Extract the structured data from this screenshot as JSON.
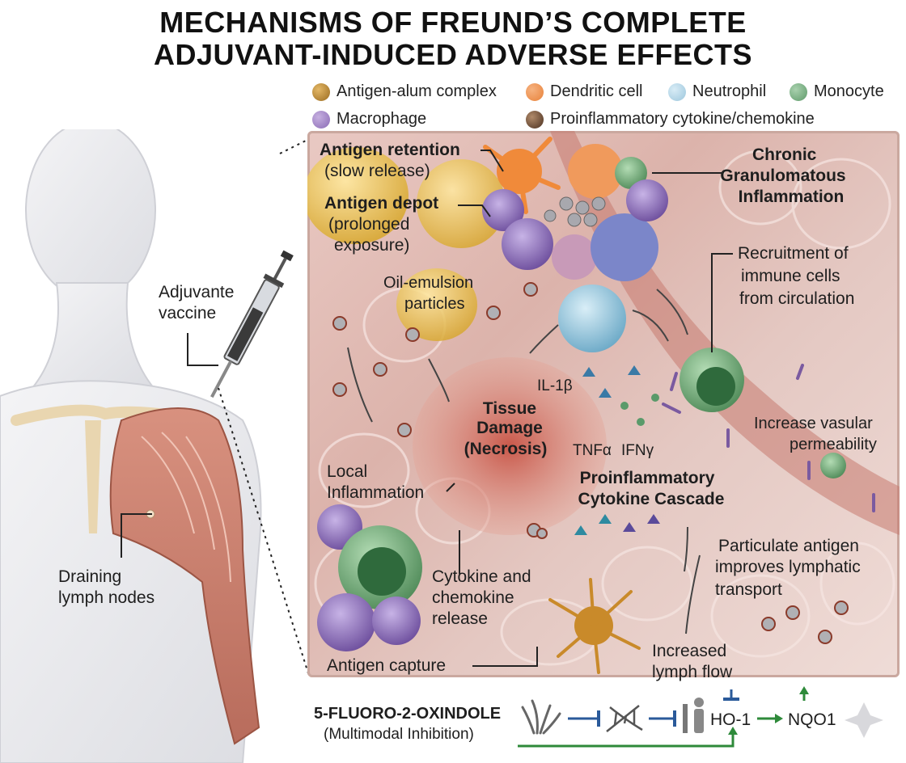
{
  "title": {
    "line1": "MECHANISMS OF FREUND’S COMPLETE",
    "line2": "ADJUVANT-INDUCED ADVERSE EFFECTS"
  },
  "legend": [
    {
      "label": "Antigen-alum complex",
      "color": "#9a6b1f"
    },
    {
      "label": "Dendritic cell",
      "color": "#e8823a"
    },
    {
      "label": "Neutrophil",
      "color": "#9cc6dc"
    },
    {
      "label": "Monocyte",
      "color": "#5e9a6a"
    },
    {
      "label": "Macrophage",
      "color": "#8a6ab5"
    },
    {
      "label": "Proinflammatory cytokine/chemokine",
      "color": "#6a4a36"
    }
  ],
  "body_labels": {
    "vaccine": [
      "Adjuvante",
      "vaccine"
    ],
    "lymph": [
      "Draining",
      "lymph nodes"
    ]
  },
  "panel_labels": {
    "retention_bold": "Antigen retention",
    "retention_sub": "(slow release)",
    "depot_bold": "Antigen depot",
    "depot_sub1": "(prolonged",
    "depot_sub2": "exposure)",
    "oil1": "Oil-emulsion",
    "oil2": "particles",
    "chronic1": "Chronic",
    "chronic2": "Granulomatous",
    "chronic3": "Inflammation",
    "recruit1": "Recruitment of",
    "recruit2": "immune cells",
    "recruit3": "from circulation",
    "il1b": "IL-1β",
    "tissue1": "Tissue",
    "tissue2": "Damage",
    "tissue3": "(Necrosis)",
    "tnfa": "TNFα",
    "ifng": "IFNγ",
    "vascular1": "Increase vasular",
    "vascular2": "permeability",
    "local1": "Local",
    "local2": "Inflammation",
    "cascade1": "Proinflammatory",
    "cascade2": "Cytokine Cascade",
    "particulate1": "Particulate antigen",
    "particulate2": "improves lymphatic",
    "particulate3": "transport",
    "cytokine1": "Cytokine and",
    "cytokine2": "chemokine",
    "cytokine3": "release",
    "capture": "Antigen capture",
    "lymphflow1": "Increased",
    "lymphflow2": "lymph flow"
  },
  "inhibitor": {
    "name": "5-FLUORO-2-OXINDOLE",
    "sub": "(Multimodal Inhibition)",
    "ho1": "HO-1",
    "nqo1": "NQO1"
  }
}
